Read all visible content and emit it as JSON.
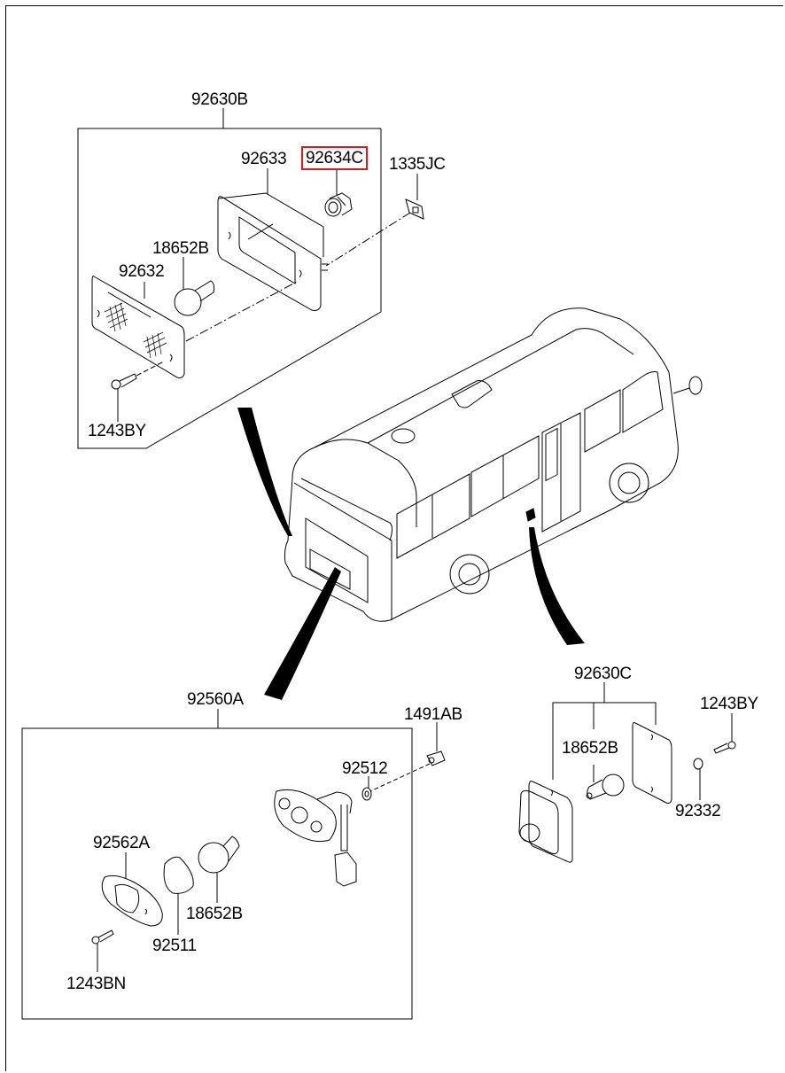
{
  "diagram": {
    "title": "Lamp assemblies exploded parts diagram (bus)",
    "highlight_color": "#e01818",
    "groups": [
      {
        "id": "upper-left",
        "assembly_label": "92630B",
        "parts": [
          "92633",
          "92634C",
          "1335JC",
          "18652B",
          "92632",
          "1243BY"
        ]
      },
      {
        "id": "lower-left",
        "assembly_label": "92560A",
        "parts": [
          "1491AB",
          "92512",
          "92562A",
          "18652B",
          "92511",
          "1243BN"
        ]
      },
      {
        "id": "lower-right",
        "assembly_label": "92630C",
        "parts": [
          "18652B",
          "1243BY",
          "92332"
        ]
      }
    ],
    "labels": {
      "g1_assembly": "92630B",
      "g1_92633": "92633",
      "g1_92634C": "92634C",
      "g1_1335JC": "1335JC",
      "g1_18652B": "18652B",
      "g1_92632": "92632",
      "g1_1243BY": "1243BY",
      "g2_assembly": "92560A",
      "g2_1491AB": "1491AB",
      "g2_92512": "92512",
      "g2_92562A": "92562A",
      "g2_18652B": "18652B",
      "g2_92511": "92511",
      "g2_1243BN": "1243BN",
      "g3_assembly": "92630C",
      "g3_18652B": "18652B",
      "g3_1243BY": "1243BY",
      "g3_92332": "92332"
    },
    "highlighted_part": "92634C"
  }
}
